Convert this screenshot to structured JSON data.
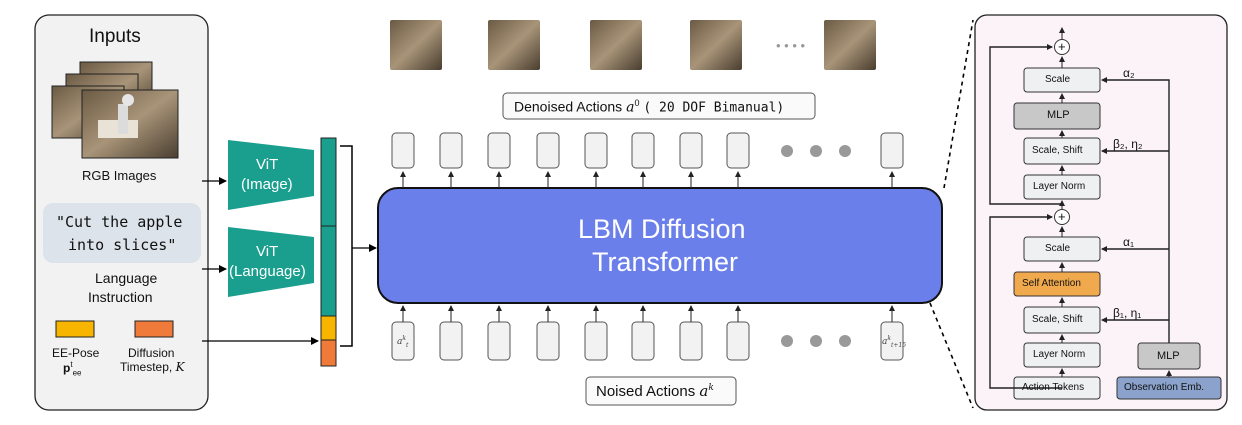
{
  "inputs_panel": {
    "title": "Inputs",
    "rgb_label": "RGB Images",
    "language_text_line1": "\"Cut the apple",
    "language_text_line2": "into slices\"",
    "language_label_line1": "Language",
    "language_label_line2": "Instruction",
    "eepose_label": "EE-Pose",
    "eepose_symbol": "p",
    "eepose_sup": "t",
    "eepose_sub": "ee",
    "diffusion_label_line1": "Diffusion",
    "diffusion_label_line2": "Timestep,",
    "diffusion_symbol": "K"
  },
  "encoders": {
    "vit_image_line1": "ViT",
    "vit_image_line2": "(Image)",
    "vit_language_line1": "ViT",
    "vit_language_line2": "(Language)"
  },
  "transformer": {
    "title_line1": "LBM Diffusion",
    "title_line2": "Transformer"
  },
  "denoised": {
    "label_prefix": "Denoised Actions",
    "symbol": "a",
    "sup": "0",
    "label_suffix": "( 20 DOF Bimanual)"
  },
  "noised": {
    "label_prefix": "Noised Actions",
    "symbol": "a",
    "sup": "k",
    "first_token": "a",
    "first_token_sup": "k",
    "first_token_sub": "t",
    "last_token": "a",
    "last_token_sup": "k",
    "last_token_sub": "t+15"
  },
  "ellipsis": "• • • •",
  "block": {
    "scale_top": "Scale",
    "mlp": "MLP",
    "scale_shift_top": "Scale, Shift",
    "layer_norm_top": "Layer Norm",
    "scale_mid": "Scale",
    "self_attention": "Self Attention",
    "scale_shift_bottom": "Scale, Shift",
    "layer_norm_bottom": "Layer Norm",
    "action_tokens": "Action Tokens",
    "obs_mlp": "MLP",
    "observation_emb": "Observation Emb.",
    "alpha2": "α₂",
    "beta2_eta2": "β₂, η₂",
    "alpha1": "α₁",
    "beta1_eta1": "β₁, η₁",
    "plus": "+"
  },
  "colors": {
    "vit": "#1a9f8f",
    "transformer": "#6b7fea",
    "eepose": "#f7b500",
    "diffusion": "#f07a3a",
    "self_attention": "#f0a94c",
    "observation_emb": "#8ba3cc",
    "mlp_gray": "#c8c8c8",
    "block_bg": "#fbf3f8",
    "inputs_bg": "#f2f2f2",
    "language_bg": "#dde3ea"
  }
}
